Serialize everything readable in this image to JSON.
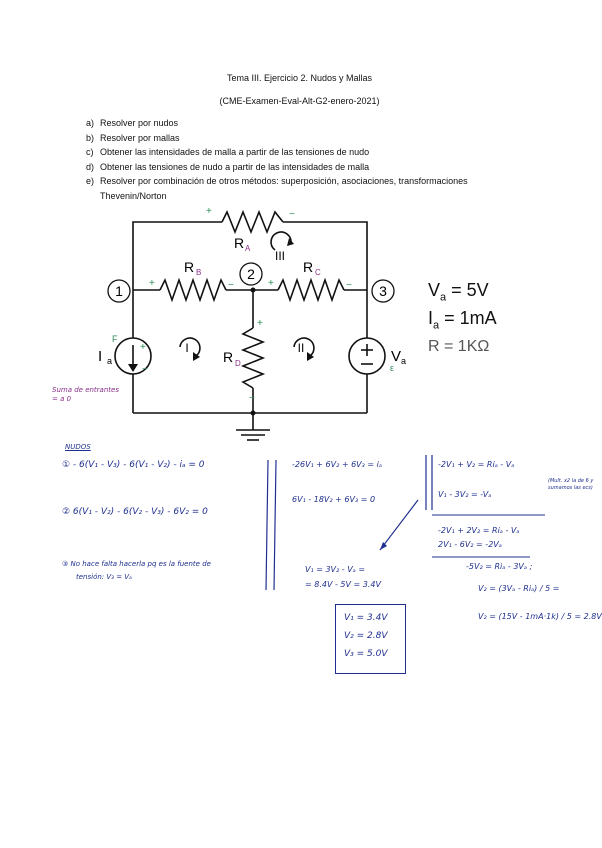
{
  "header": {
    "title": "Tema III. Ejercicio 2. Nudos y Mallas",
    "subtitle": "(CME-Examen-Eval-Alt-G2-enero-2021)"
  },
  "tasks": [
    {
      "letter": "a)",
      "text": "Resolver por nudos"
    },
    {
      "letter": "b)",
      "text": "Resolver por mallas"
    },
    {
      "letter": "c)",
      "text": "Obtener las intensidades de malla a partir de las tensiones de nudo"
    },
    {
      "letter": "d)",
      "text": "Obtener las tensiones de nudo a partir de las intensidades de malla"
    },
    {
      "letter": "e)",
      "text": "Resolver por combinación de otros métodos: superposición, asociaciones, transformaciones"
    },
    {
      "letter": "",
      "text": "Thevenin/Norton"
    }
  ],
  "circuit": {
    "nodes": [
      "1",
      "2",
      "3"
    ],
    "resistors": [
      "R",
      "R",
      "R",
      "R"
    ],
    "resistor_subs": [
      "A",
      "B",
      "C",
      "D"
    ],
    "meshes": [
      "I",
      "II",
      "III"
    ],
    "current_source": "I",
    "current_source_sub": "a",
    "voltage_source": "V",
    "voltage_source_sub": "a"
  },
  "given": {
    "va_sym": "V",
    "va_sub": "a",
    "va_val": " = 5V",
    "ia_sym": "I",
    "ia_sub": "a",
    "ia_val": " = 1mA",
    "r": "R = 1KΩ"
  },
  "notes": {
    "nudos_title": "NUDOS",
    "purple_note1": "Suma de entrantes",
    "purple_note2": "= a 0",
    "eq1": "① - 6(V₁ - V₃) - 6(V₁ - V₂) - iₐ = 0",
    "eq2": "② 6(V₁ - V₂) - 6(V₂ - V₃) - 6V₂ = 0",
    "eq3a": "③ No hace falta hacerla pq es la fuente de",
    "eq3b": "tensión: V₃ = Vₐ",
    "sys1": "-26V₁ + 6V₂ + 6V₃ = iₐ",
    "sys2": "6V₁ - 18V₂ + 6V₃ = 0",
    "sysr1": "-2V₁ + V₂ = Riₐ - Vₐ",
    "sysr2": "V₁ - 3V₂ = -Vₐ",
    "side": "(Mult. x2 la de 6 y sumamos las ecs)",
    "red1": "-2V₁ + 2V₂ = Riₐ - Vₐ",
    "red2": "2V₁ - 6V₂ = -2Vₐ",
    "red3": "-5V₂ = Riₐ - 3Vₐ ;",
    "red4": "V₂ = (3Vₐ - Riₐ) / 5 =",
    "red5": "V₂ = (15V - 1mA·1k) / 5 = 2.8V",
    "sub1": "V₁ = 3V₂ - Vₐ =",
    "sub2": "= 8.4V - 5V = 3.4V",
    "res1": "V₁ = 3.4V",
    "res2": "V₂ = 2.8V",
    "res3": "V₃ = 5.0V"
  }
}
